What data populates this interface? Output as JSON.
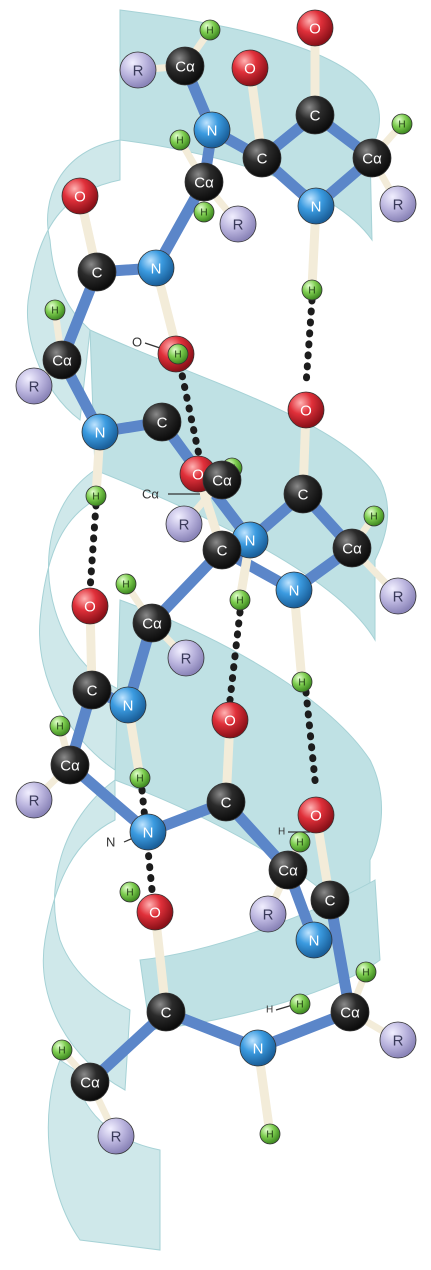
{
  "labels": {
    "carbon": "C",
    "alpha_carbon": "Cα",
    "nitrogen": "N",
    "oxygen": "O",
    "hydrogen": "H",
    "side_chain": "R"
  },
  "colors": {
    "ribbon": "#bfe1e4",
    "ribbon_dark": "#9ccfd3",
    "bond": "#5b86c9",
    "bond_light": "#f3ecd9",
    "carbon": "#2b2b2b",
    "nitrogen": "#3b9be0",
    "oxygen": "#e0303a",
    "hydrogen": "#7ccc4e",
    "side_chain": "#b9b3dd",
    "h_bond": "#1c1c1c"
  }
}
